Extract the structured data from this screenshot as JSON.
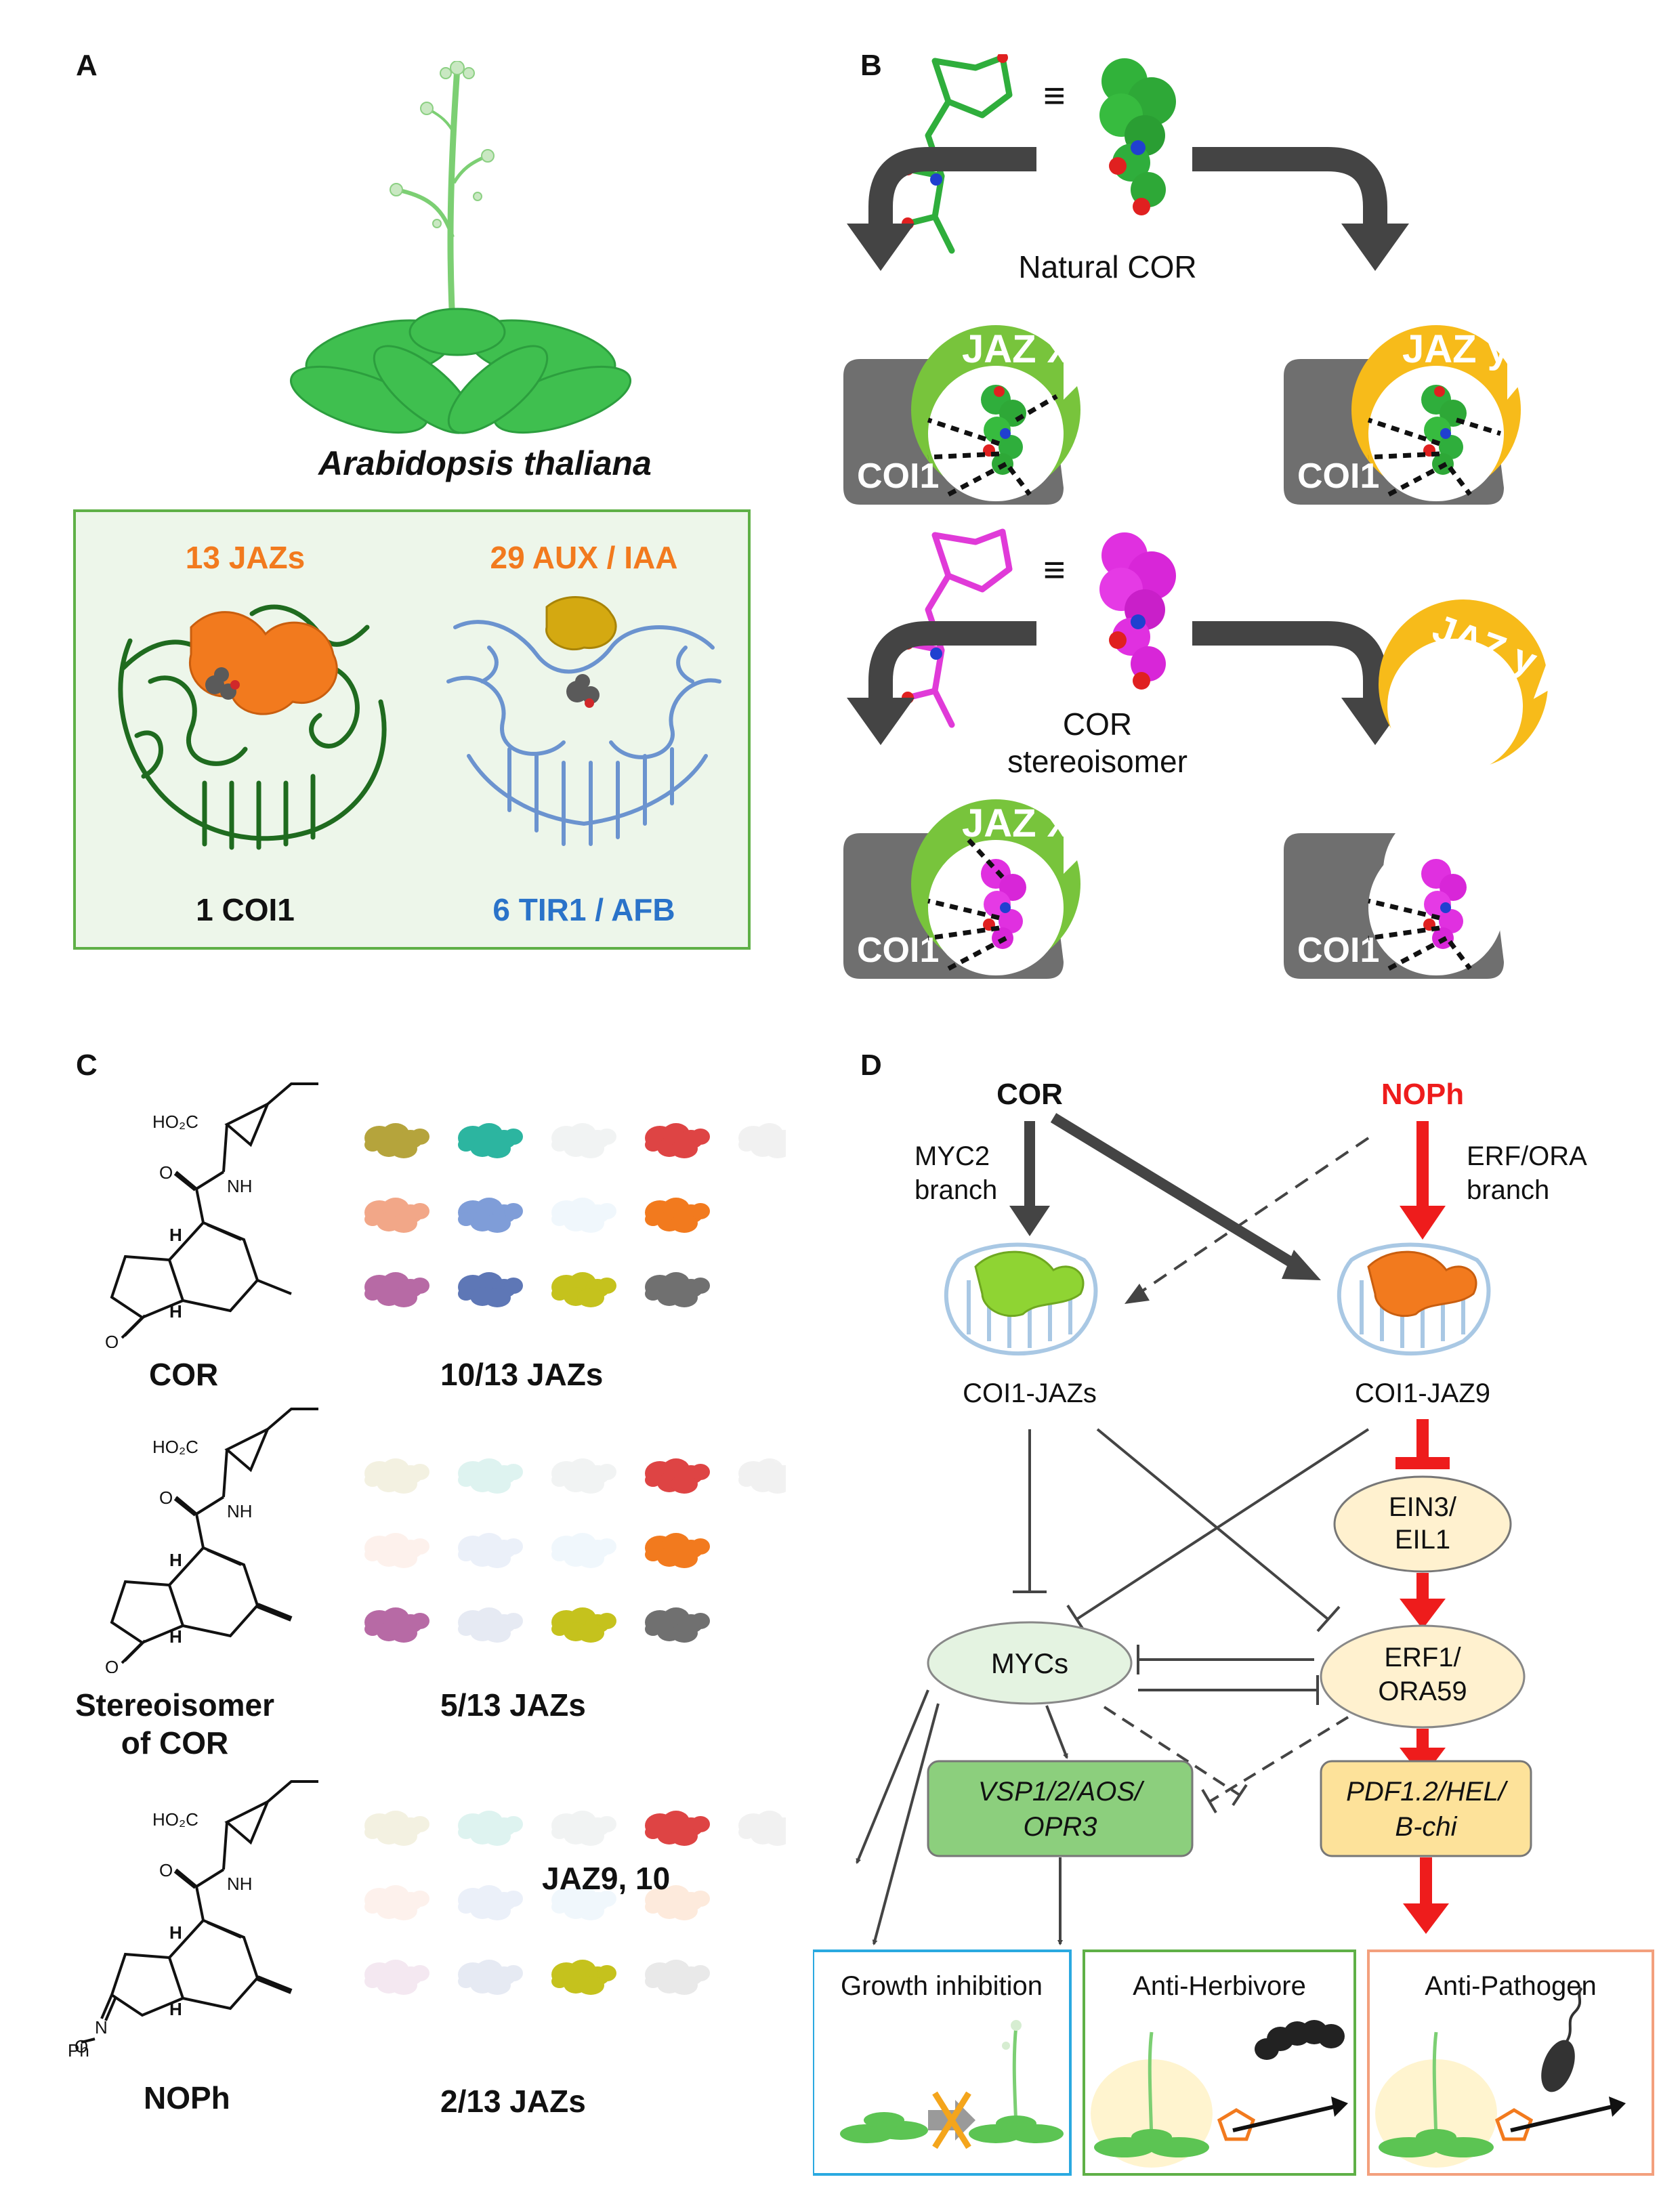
{
  "panels": {
    "A": {
      "label": "A",
      "species": "Arabidopsis thaliana",
      "left_target": "13 JAZs",
      "right_target": "29 AUX / IAA",
      "left_receptor": "1 COI1",
      "right_receptor": "6 TIR1 / AFB"
    },
    "B": {
      "label": "B",
      "equiv": "≡",
      "natural": "Natural COR",
      "stereo_line1": "COR",
      "stereo_line2": "stereoisomer",
      "jaz_x": "JAZ x",
      "jaz_y": "JAZ y",
      "coi1": "COI1"
    },
    "C": {
      "label": "C",
      "compounds": [
        {
          "name": "COR",
          "count": "10/13 JAZs"
        },
        {
          "name_line1": "Stereoisomer",
          "name_line2": "of COR",
          "count": "5/13 JAZs"
        },
        {
          "name": "NOPh",
          "count": "2/13 JAZs",
          "overlay": "JAZ9, 10"
        }
      ],
      "chem": {
        "hoc": "HO₂C",
        "nh": "NH",
        "h": "H",
        "o": "O",
        "n": "N",
        "ph": "Ph"
      }
    },
    "D": {
      "label": "D",
      "cor": "COR",
      "noph": "NOPh",
      "myc_branch_1": "MYC2",
      "myc_branch_2": "branch",
      "erf_branch_1": "ERF/ORA",
      "erf_branch_2": "branch",
      "coi1_jazs": "COI1-JAZs",
      "coi1_jaz9": "COI1-JAZ9",
      "ein3_1": "EIN3/",
      "ein3_2": "EIL1",
      "mycs": "MYCs",
      "erf1_1": "ERF1/",
      "erf1_2": "ORA59",
      "vsp_1": "VSP1/2/AOS/",
      "vsp_2": "OPR3",
      "pdf_1": "PDF1.2/HEL/",
      "pdf_2": "B-chi",
      "out_growth": "Growth inhibition",
      "out_herb": "Anti-Herbivore",
      "out_path": "Anti-Pathogen"
    }
  },
  "colors": {
    "jaz_green": "#78c43c",
    "jaz_yellow": "#f7bb1a",
    "coi1_gray": "#6f6f6f",
    "cor_green": "#2fae3c",
    "stereo_magenta": "#e030e0",
    "orange": "#f27a1e",
    "blue_label": "#2a73c9",
    "red": "#ee1c1c"
  },
  "jaz_grid": {
    "colors": [
      "#b5a43c",
      "#2cb5a0",
      "#a7b3b1",
      "#de4444",
      "#a7a7a7",
      "#f2a788",
      "#7f9dd8",
      "#9fd0ee",
      "#f27a1e",
      "#b76aa5",
      "#5e77b6",
      "#c5c21d",
      "#707070"
    ],
    "bound": [
      [
        1,
        1,
        0,
        1,
        0,
        1,
        1,
        0,
        1,
        1,
        1,
        1,
        1
      ],
      [
        0,
        0,
        0,
        1,
        0,
        0,
        0,
        0,
        1,
        1,
        0,
        1,
        1
      ],
      [
        0,
        0,
        0,
        1,
        0,
        0,
        0,
        0,
        0,
        0,
        0,
        1,
        0
      ]
    ]
  }
}
